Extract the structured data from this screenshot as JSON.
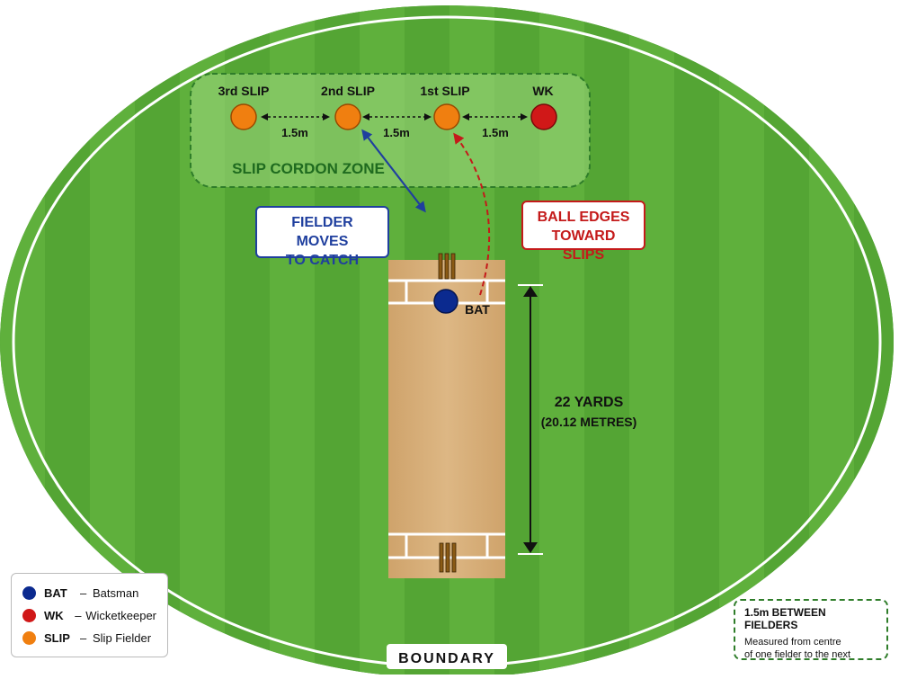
{
  "fielders": [
    {
      "id": "third-slip",
      "label": "3rd SLIP",
      "role": "SLIP"
    },
    {
      "id": "second-slip",
      "label": "2nd SLIP",
      "role": "SLIP"
    },
    {
      "id": "first-slip",
      "label": "1st SLIP",
      "role": "SLIP"
    },
    {
      "id": "wicketkeeper",
      "label": "WK",
      "role": "WK"
    }
  ],
  "spacing_label": "1.5m",
  "zone_label": "SLIP CORDON ZONE",
  "batsman_label": "BAT",
  "callouts": {
    "catch": {
      "line1": "FIELDER MOVES",
      "line2": "TO CATCH"
    },
    "edge": {
      "line1": "BALL EDGES",
      "line2": "TOWARD SLIPS"
    }
  },
  "pitch_length": {
    "line1": "22 YARDS",
    "line2": "(20.12 METRES)"
  },
  "boundary_label": "BOUNDARY",
  "legend": [
    {
      "code": "BAT",
      "dash": "–",
      "text": "Batsman",
      "color": "#0b2a8f"
    },
    {
      "code": "WK",
      "dash": "–",
      "text": "Wicketkeeper",
      "color": "#d01818"
    },
    {
      "code": "SLIP",
      "dash": "–",
      "text": "Slip Fielder",
      "color": "#f07f10"
    }
  ],
  "note": {
    "title": "1.5m BETWEEN FIELDERS",
    "line1": "Measured from centre",
    "line2": "of one fielder to the next"
  },
  "colors": {
    "slip": "#f07f10",
    "wicketkeeper": "#d01818",
    "batsman": "#0b2a8f",
    "catch_arrow": "#1f3f9e",
    "edge_arrow": "#c41a1a",
    "zone_border": "#2f7d2a",
    "pitch": "#d8b07a",
    "grass": "#5cae3a"
  }
}
